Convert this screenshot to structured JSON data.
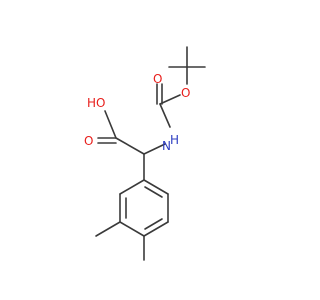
{
  "molecule": {
    "atoms": {
      "hydroxyl": "HO",
      "acid_carbonyl_o": "O",
      "carbamate_carbonyl_o": "O",
      "ester_o": "O",
      "amine": "N",
      "amine_h": "H"
    },
    "colors": {
      "bond": "#3a3a3a",
      "oxygen": "#e8201d",
      "nitrogen": "#2e3ec2",
      "background": "#ffffff"
    }
  }
}
